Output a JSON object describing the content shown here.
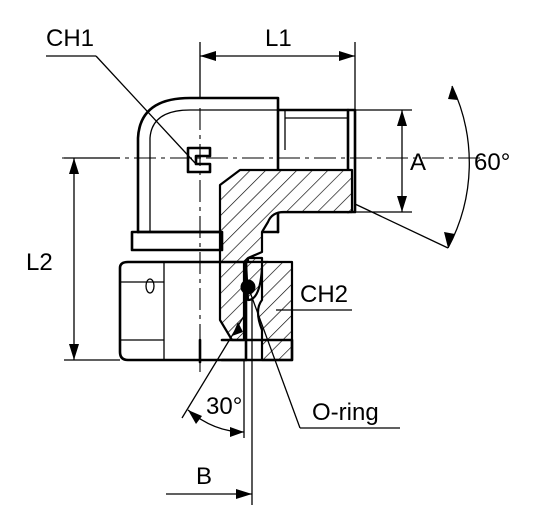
{
  "labels": {
    "ch1": "CH1",
    "l1": "L1",
    "l2": "L2",
    "a": "A",
    "angle_60": "60°",
    "ch2": "CH2",
    "angle_30": "30°",
    "o_ring": "O-ring",
    "b": "B"
  },
  "colors": {
    "line": "#000000",
    "background": "#ffffff"
  }
}
